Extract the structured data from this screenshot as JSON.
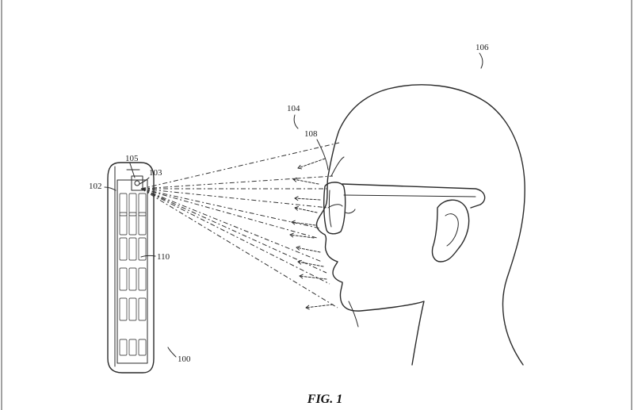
{
  "figure": {
    "caption": "FIG. 1",
    "labels": {
      "device": "100",
      "display": "102",
      "sensor": "103",
      "rays": "104",
      "emitter": "105",
      "user": "106",
      "eyewear": "108",
      "icons": "110"
    }
  }
}
